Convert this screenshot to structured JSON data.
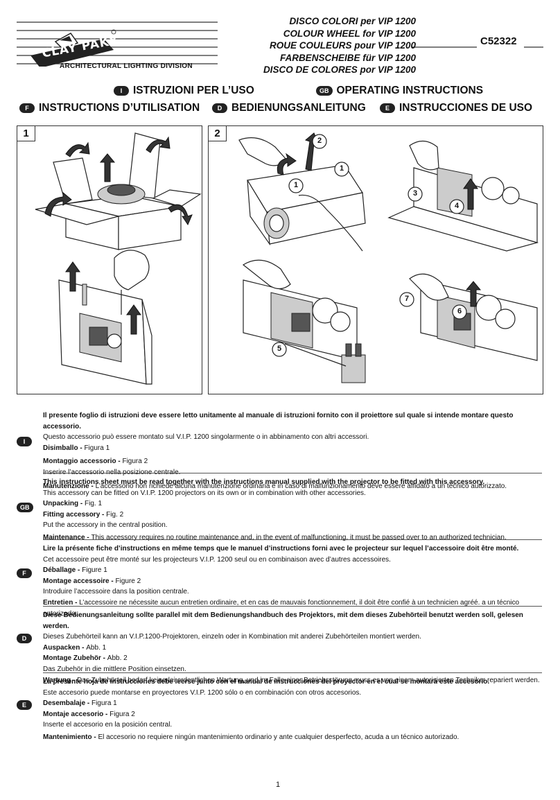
{
  "header": {
    "logo_text": "CLAY PAKY",
    "division": "ARCHITECTURAL LIGHTING DIVISION",
    "titles": [
      "DISCO COLORI per VIP 1200",
      "COLOUR WHEEL for VIP 1200",
      "ROUE COULEURS pour VIP 1200",
      "FARBENSCHEIBE für VIP 1200",
      "DISCO DE COLORES por VIP 1200"
    ],
    "code": "C52322"
  },
  "languages": [
    {
      "code": "I",
      "label": "ISTRUZIONI PER L’USO"
    },
    {
      "code": "GB",
      "label": "OPERATING INSTRUCTIONS"
    },
    {
      "code": "F",
      "label": "INSTRUCTIONS D’UTILISATION"
    },
    {
      "code": "D",
      "label": "BEDIENUNGSANLEITUNG"
    },
    {
      "code": "E",
      "label": "INSTRUCCIONES DE USO"
    }
  ],
  "figures": {
    "fig1_number": "1",
    "fig2_number": "2",
    "callouts": [
      "1",
      "2",
      "1",
      "3",
      "4",
      "5",
      "6",
      "7"
    ]
  },
  "sections": [
    {
      "code": "I",
      "intro": "Il presente foglio di istruzioni deve essere letto unitamente al manuale di istruzioni fornito con il proiettore sul quale si intende montare questo accessorio.",
      "note": "Questo accessorio può essere montato sul V.I.P. 1200 singolarmente o in abbinamento con altri accessori.",
      "step1_title": "Disimballo - ",
      "step1_ref": "Figura 1",
      "step2_title": "Montaggio accessorio - ",
      "step2_ref": "Figura 2",
      "step2_text": "Inserire l’accessorio nella posizione centrale.",
      "maint_title": "Manutenzione - ",
      "maint_text": "L’accessorio non richiede alcuna manutenzione ordinaria e in caso di malfunzionamento deve essere affidato a un tecnico autorizzato."
    },
    {
      "code": "GB",
      "intro": "This instructions sheet must be read together with the instructions manual supplied with the projector to be fitted with this accessory.",
      "note": "This accessory can be fitted on V.I.P. 1200 projectors on its own or in combination with other accessories.",
      "step1_title": "Unpacking - ",
      "step1_ref": "Fig. 1",
      "step2_title": "Fitting accessory - ",
      "step2_ref": "Fig. 2",
      "step2_text": "Put the accessory in the central position.",
      "maint_title": "Maintenance - ",
      "maint_text": "This accessory requires no routine maintenance and, in the event of malfunctioning, it must be passed over to an authorized technician."
    },
    {
      "code": "F",
      "intro": "Lire la présente fiche d’instructions en même temps que le manuel d’instructions forni avec le projecteur sur lequel l’accessoire doit être monté.",
      "note": "Cet accessoire peut être monté sur les projecteurs V.I.P. 1200 seul ou en combinaison avec d’autres accessoires.",
      "step1_title": "Déballage - ",
      "step1_ref": "Figure 1",
      "step2_title": "Montage accessoire - ",
      "step2_ref": "Figure 2",
      "step2_text": " Introduire l’accessoire dans la position centrale.",
      "maint_title": "Entretien - ",
      "maint_text": "L’accessoire ne nécessite aucun entretien ordinaire, et en cas de mauvais fonctionnement, il doit être confié à un technicien agréé. a un técnico autorizado."
    },
    {
      "code": "D",
      "intro": "Diese Bedienungsanleitung sollte parallel mit dem Bedienungshandbuch des Projektors, mit dem dieses Zubehörteil benutzt werden soll, gelesen werden.",
      "note": "Dieses Zubehörteil kann an V.I.P.1200-Projektoren, einzeln oder in Kombination mit anderei Zubehörteilen montiert werden.",
      "step1_title": "Auspacken - ",
      "step1_ref": "Abb. 1",
      "step2_title": "Montage Zubehör - ",
      "step2_ref": "Abb. 2",
      "step2_text": "Das Zubehör in die mittlere Position einsetzen.",
      "maint_title": "Wartung - ",
      "maint_text": "Das Zubehörteil bedarf keinerlei ordentlichen Wartung, und im Falle einer Betriebsstörung muss es von einem autorisierten Techniker repariert werden."
    },
    {
      "code": "E",
      "intro": "La presente hoja de instrucciones debe leerse junto con el manual de instrucciones del proyector en el cual se montará este accesorio.",
      "note": "Este accesorio puede montarse en proyectores V.I.P. 1200 sólo o en combinación con otros accesorios.",
      "step1_title": "Desembalaje - ",
      "step1_ref": "Figura 1",
      "step2_title": "Montaje accesorio - ",
      "step2_ref": "Figura 2",
      "step2_text": "Inserte el accesorio en la posición central.",
      "maint_title": "Mantenimiento - ",
      "maint_text": "El accesorio no requiere ningún mantenimiento ordinario y ante cualquier desperfecto, acuda a un técnico autorizado."
    }
  ],
  "page_number": "1"
}
